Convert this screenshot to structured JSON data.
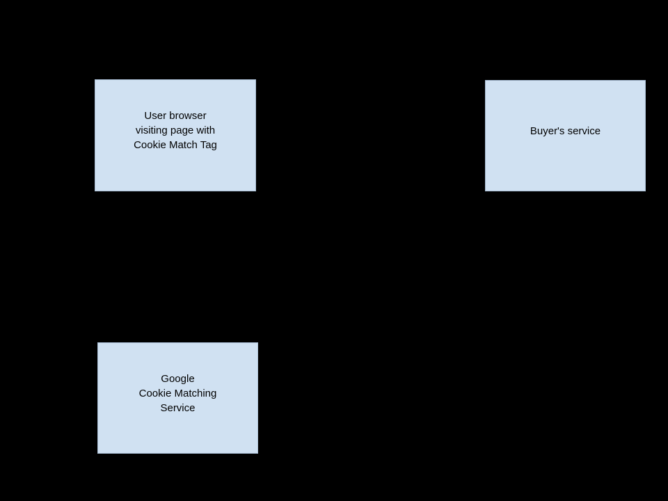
{
  "diagram": {
    "background_color": "#000000",
    "node_fill_color": "#d0e1f2",
    "node_border_color": "#a8bdd4",
    "node_text_color": "#000000",
    "nodes": [
      {
        "id": "user-browser",
        "label": "User browser\nvisiting page with\nCookie Match Tag"
      },
      {
        "id": "buyers-service",
        "label": "Buyer's service"
      },
      {
        "id": "google-cookie-matching",
        "label": "Google\nCookie Matching\nService"
      }
    ]
  }
}
